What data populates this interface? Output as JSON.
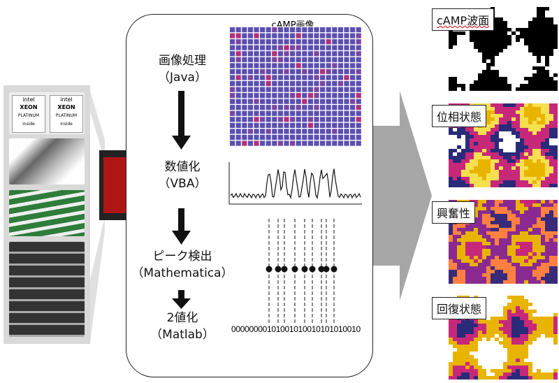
{
  "pipeline": {
    "steps": [
      {
        "label": "画像処理",
        "tool": "（Java）"
      },
      {
        "label": "数値化",
        "tool": "（VBA）"
      },
      {
        "label": "ピーク検出",
        "tool": "（Mathematica）"
      },
      {
        "label": "2値化",
        "tool": "（Matlab）"
      }
    ],
    "image_title": "cAMP画像",
    "binary_string": "00000000101001010010101010010"
  },
  "hardware": {
    "cpu_badge": [
      "intel",
      "XEON",
      "PLATINUM",
      "inside"
    ]
  },
  "outputs": [
    {
      "label": "cAMP波面"
    },
    {
      "label": "位相状態"
    },
    {
      "label": "興奮性"
    },
    {
      "label": "回復状態"
    }
  ],
  "colors": {
    "grid_bg": "#5a4fb0",
    "arrow": "#a6a6a6",
    "hot": "#e8b400",
    "hot2": "#c8287a"
  }
}
